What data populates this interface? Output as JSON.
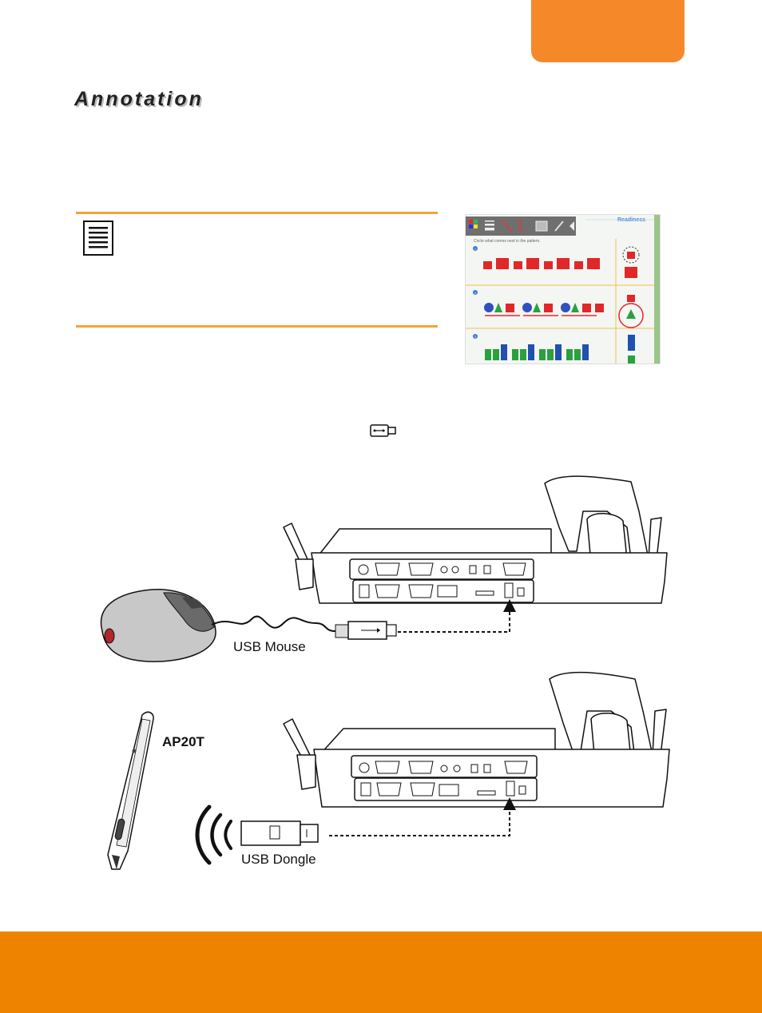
{
  "header": {
    "title": "Annotation"
  },
  "diagram": {
    "mouse_label": "USB Mouse",
    "pen_label": "AP20T",
    "dongle_label": "USB Dongle"
  },
  "worksheet": {
    "section_title": "Readiness",
    "instruction": "Circle what comes next in the pattern.",
    "items": [
      "1",
      "2",
      "3"
    ]
  },
  "icons": [
    "note-icon",
    "usb-icon"
  ],
  "colors": {
    "accent": "#f5892a",
    "footer": "#ee8300",
    "rule": "#f5a23a"
  }
}
